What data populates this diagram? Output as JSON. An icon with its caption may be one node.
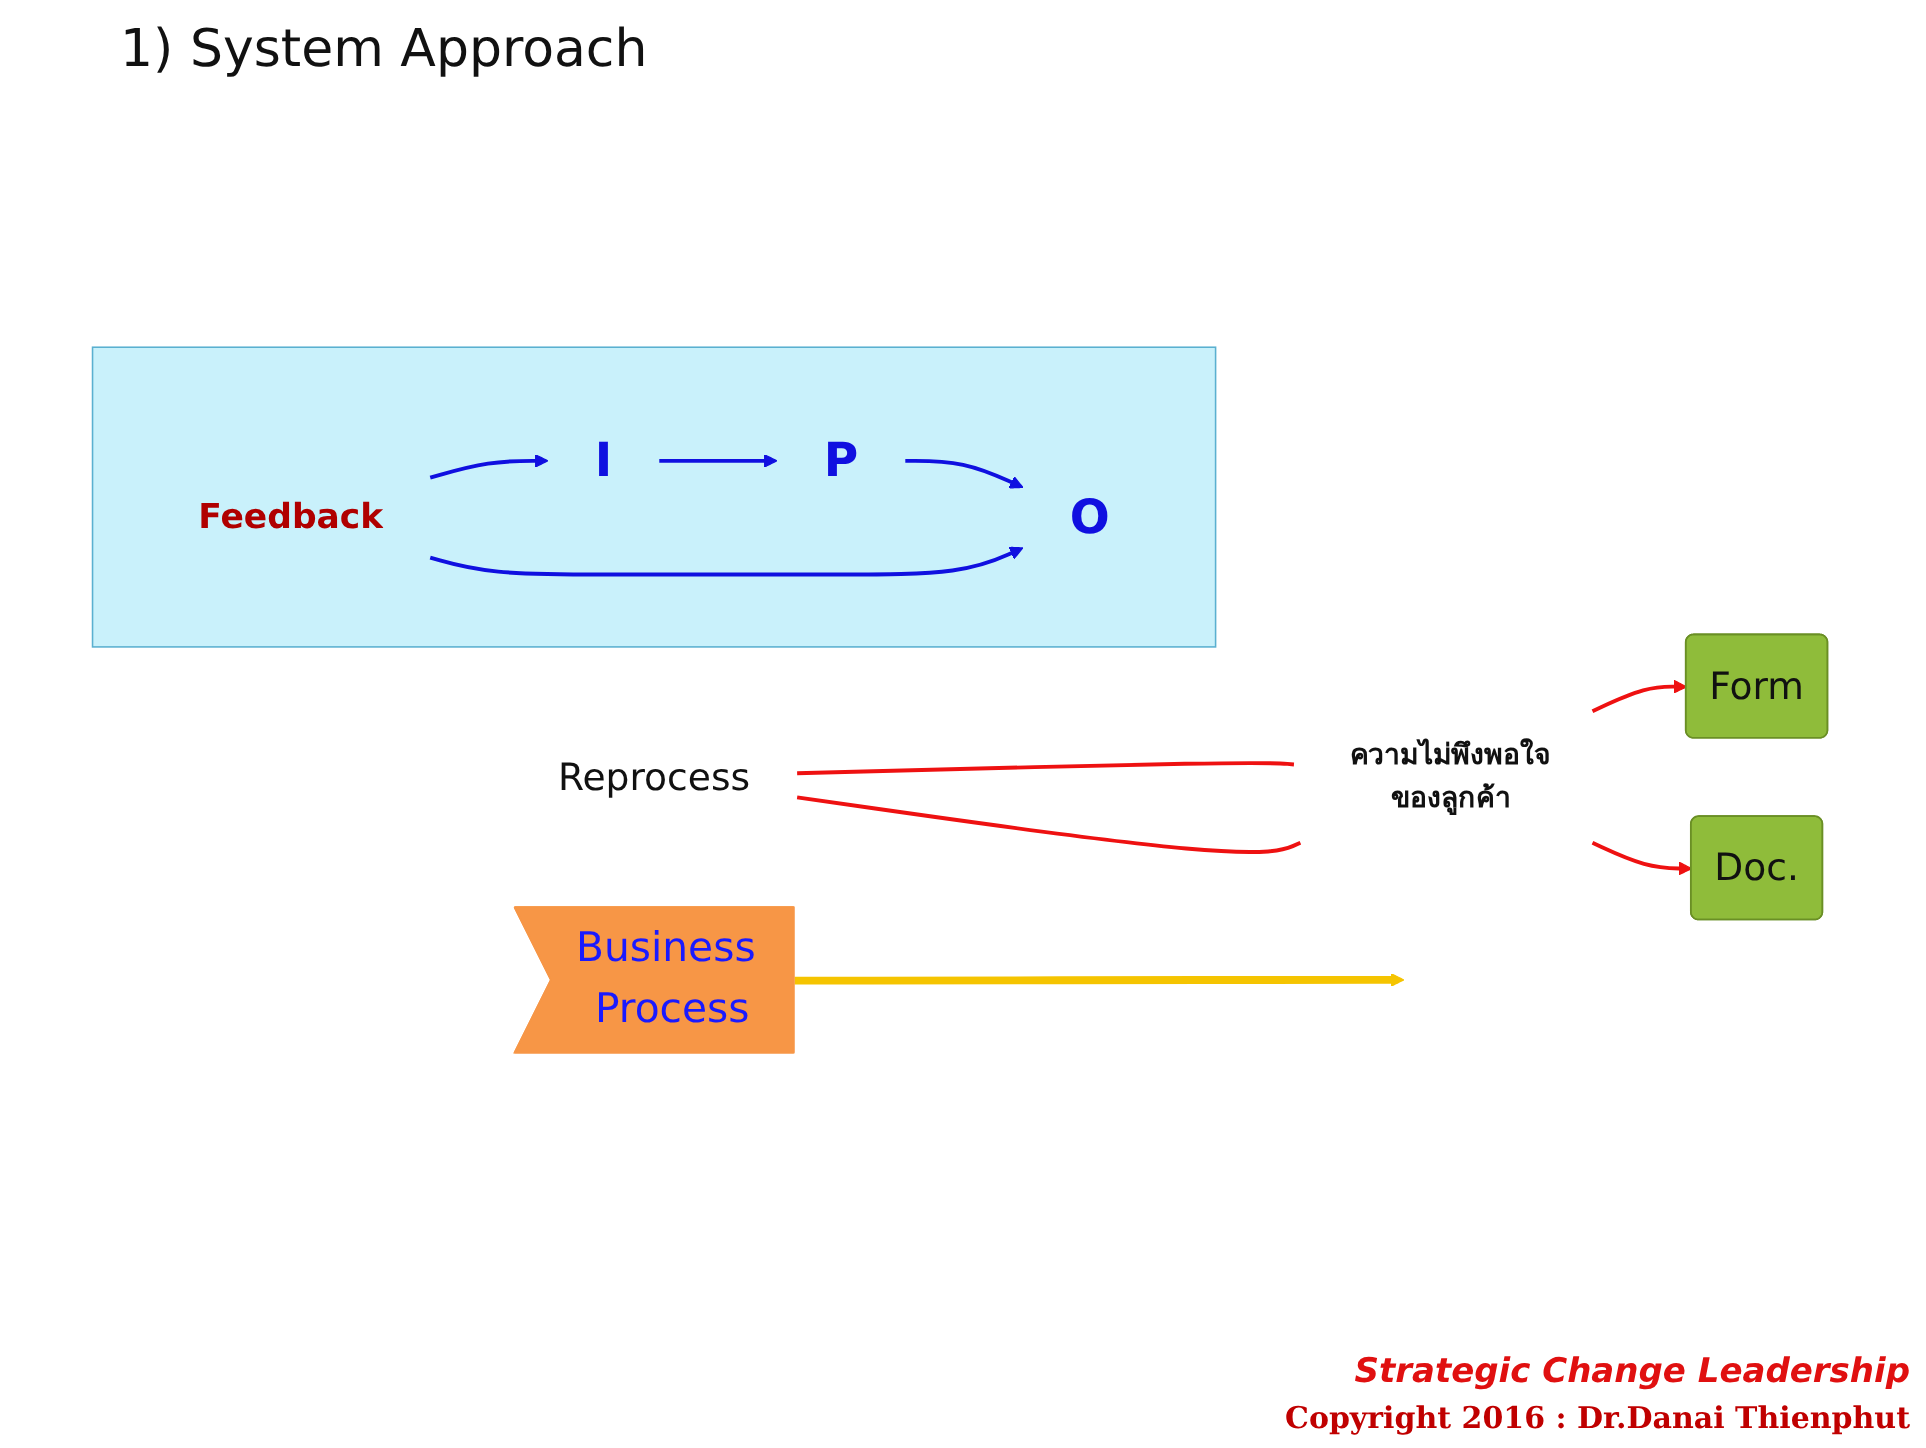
{
  "diagram": {
    "nodes": [
      {
        "text": [
          "Business Process"
        ]
      },
      {
        "text": [],
        "shape": "box"
      },
      {
        "text": [
          "I"
        ],
        "in": 1
      },
      {
        "text": [
          "P"
        ],
        "in": 1
      },
      {
        "text": [
          "O"
        ],
        "in": 1
      },
      {
        "text": [
          "Feedback"
        ],
        "in": 1
      },
      {
        "text": [
          "Reprocess"
        ]
      },
      {
        "text": [
          "ความไม่พึงพอใจของลูกค้า"
        ]
      },
      {
        "text": [
          "Form"
        ]
      },
      {
        "text": [
          "Doc."
        ]
      }
    ],
    "edges": [
      {
        "from": 0,
        "to": null,
        "arrow": "to",
        "style": "thick",
        "color": "#f5c400"
      },
      {
        "from": 2,
        "to": 3,
        "arrow": "to",
        "color": "#1010e0"
      },
      {
        "from": 3,
        "to": 4,
        "arrow": "to",
        "color": "#1010e0"
      },
      {
        "from": 5,
        "to": 2,
        "arrow": "to",
        "color": "#1010e0"
      },
      {
        "from": 5,
        "to": 4,
        "arrow": "to",
        "color": "#1010e0"
      },
      {
        "from": 6,
        "to": 7,
        "arrow": "none",
        "color": "#ee1111"
      },
      {
        "from": 6,
        "to": 7,
        "arrow": "none",
        "color": "#ee1111"
      },
      {
        "from": 7,
        "to": 8,
        "arrow": "to",
        "color": "#ee1111"
      },
      {
        "from": 7,
        "to": 9,
        "arrow": "to",
        "color": "#ee1111"
      }
    ],
    "labels": [
      "1) System Approach",
      "Strategic Change Leadership",
      "Copyright 2016 : Dr.Danai Thienphut"
    ]
  }
}
